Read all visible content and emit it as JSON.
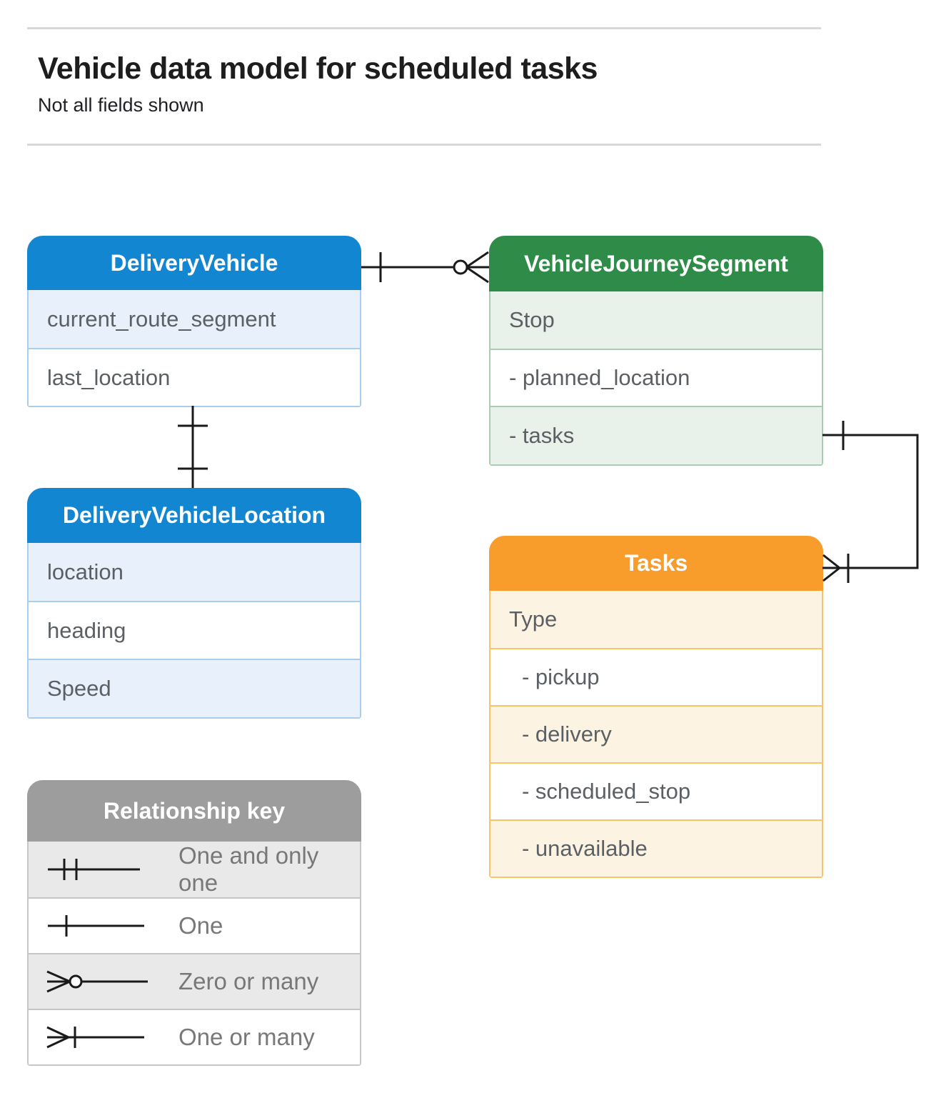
{
  "page": {
    "title": "Vehicle data model for scheduled tasks",
    "subtitle": "Not all fields shown"
  },
  "entities": {
    "delivery_vehicle": {
      "title": "DeliveryVehicle",
      "accent_color": "#1386d2",
      "rows": [
        "current_route_segment",
        "last_location"
      ]
    },
    "vehicle_journey_segment": {
      "title": "VehicleJourneySegment",
      "accent_color": "#2e8b48",
      "rows": [
        "Stop",
        "- planned_location",
        "- tasks"
      ]
    },
    "delivery_vehicle_location": {
      "title": "DeliveryVehicleLocation",
      "accent_color": "#1386d2",
      "rows": [
        "location",
        "heading",
        "Speed"
      ]
    },
    "tasks": {
      "title": "Tasks",
      "accent_color": "#f89d2b",
      "rows": [
        "Type",
        "- pickup",
        "- delivery",
        "- scheduled_stop",
        "- unavailable"
      ]
    }
  },
  "relationships": [
    {
      "from": "DeliveryVehicle",
      "to": "VehicleJourneySegment",
      "from_cardinality": "One",
      "to_cardinality": "Zero or many"
    },
    {
      "from": "DeliveryVehicle",
      "to": "DeliveryVehicleLocation",
      "from_cardinality": "One",
      "to_cardinality": "One"
    },
    {
      "from": "VehicleJourneySegment (tasks)",
      "to": "Tasks",
      "from_cardinality": "One",
      "to_cardinality": "One or many"
    }
  ],
  "legend": {
    "title": "Relationship key",
    "header_color": "#9d9d9d",
    "items": [
      "One and only one",
      "One",
      "Zero or many",
      "One or many"
    ]
  }
}
